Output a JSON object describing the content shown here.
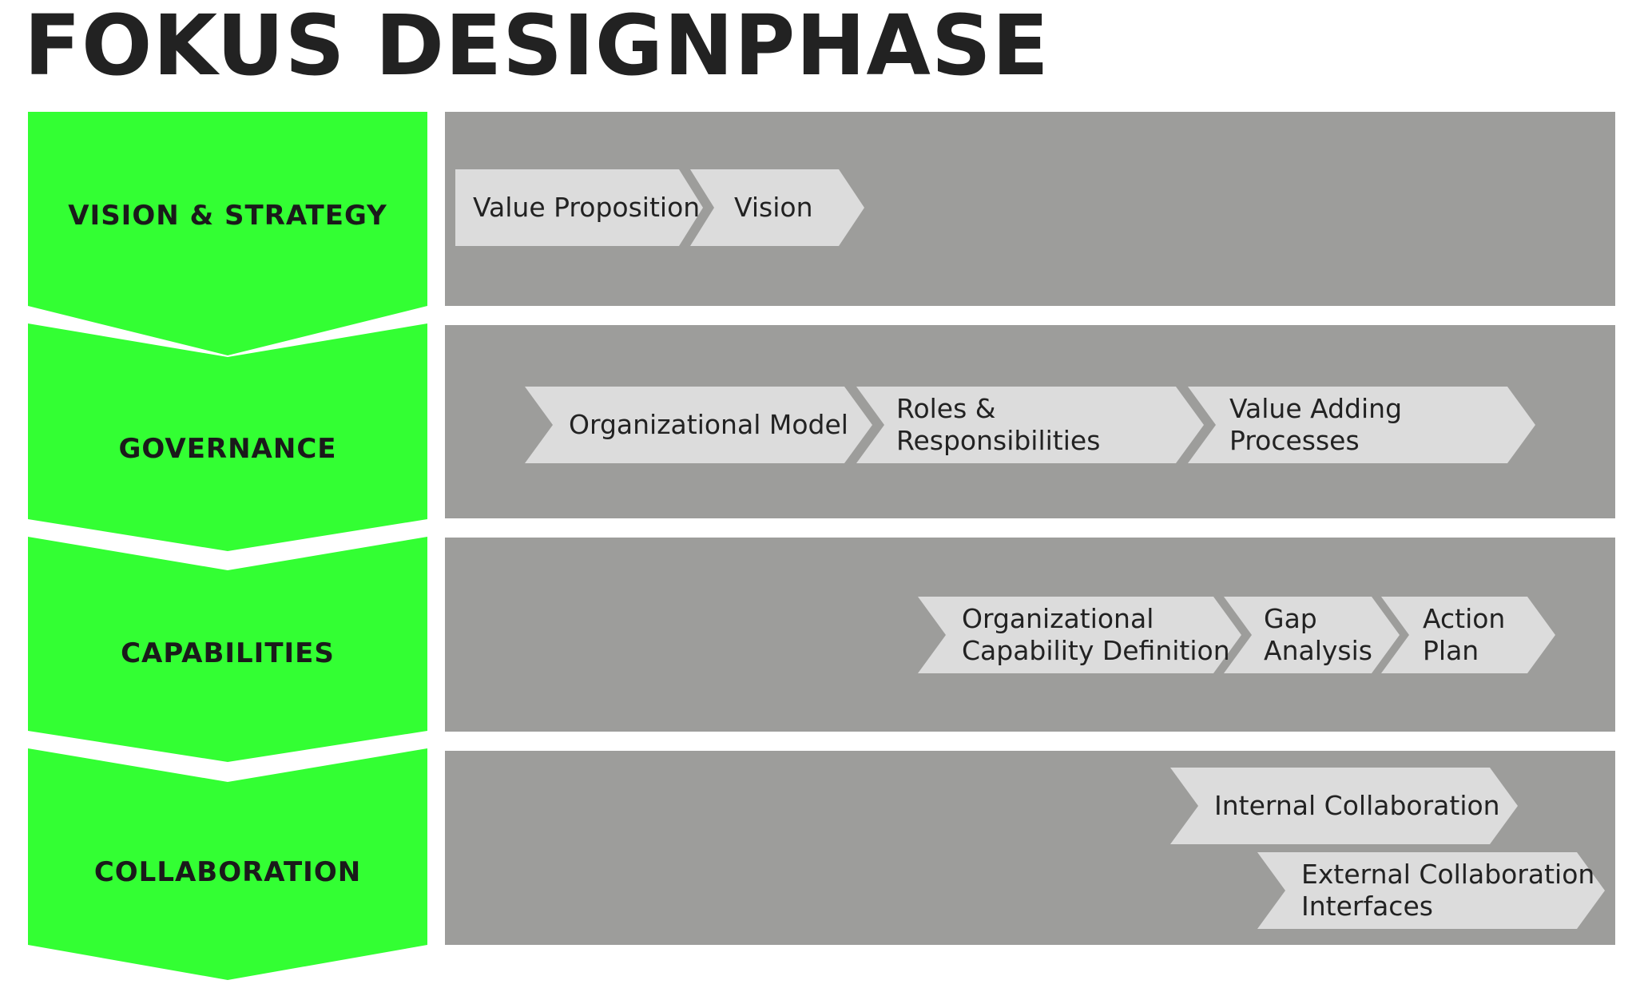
{
  "title": "FOKUS DESIGNPHASE",
  "colors": {
    "phase_fill": "#33ff33",
    "panel_fill": "#9d9d9b",
    "step_fill": "#dcdcdc",
    "text": "#222222"
  },
  "phases": [
    {
      "label": "VISION & STRATEGY",
      "steps": [
        "Value Proposition",
        "Vision"
      ]
    },
    {
      "label": "GOVERNANCE",
      "steps": [
        "Organizational Model",
        "Roles & Responsibilities",
        "Value Adding Processes"
      ]
    },
    {
      "label": "CAPABILITIES",
      "steps": [
        "Organizational\nCapability Definition",
        "Gap\nAnalysis",
        "Action\nPlan"
      ]
    },
    {
      "label": "COLLABORATION",
      "steps": [
        "Internal Collaboration",
        "External Collaboration\nInterfaces"
      ]
    }
  ]
}
